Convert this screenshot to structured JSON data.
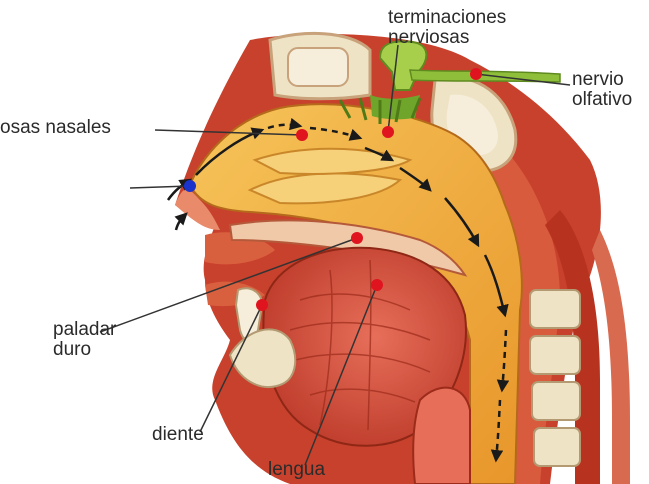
{
  "labels": {
    "terminaciones": [
      "terminaciones",
      "nerviosas"
    ],
    "nervio": [
      "nervio",
      "olfativo"
    ],
    "fosas": "osas nasales",
    "paladar": [
      "paladar",
      "duro"
    ],
    "diente": "diente",
    "lengua": "lengua"
  },
  "colors": {
    "marker_red": "#e0141e",
    "marker_blue": "#1a33cc",
    "air_flow": "#1a1a1a",
    "tissue_red": "#c8412c",
    "tissue_light": "#e98a6a",
    "nasal_cavity": "#f0a93a",
    "nerve_green": "#8fbf3a",
    "bone": "#efe3c6"
  }
}
